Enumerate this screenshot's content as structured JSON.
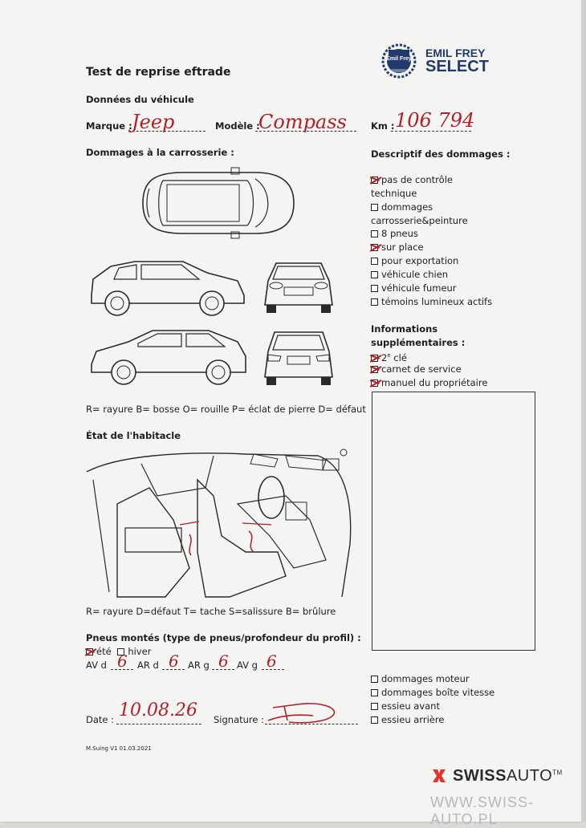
{
  "header": {
    "title": "Test de reprise eftrade",
    "logo_badge_text": "Emil Frey",
    "logo_line1": "EMIL FREY",
    "logo_line2": "SELECT"
  },
  "vehicle": {
    "section_title": "Données du véhicule",
    "brand_label": "Marque :",
    "brand_value": "Jeep",
    "model_label": "Modèle :",
    "model_value": "Compass",
    "km_label": "Km :",
    "km_value": "106 794"
  },
  "body_damage": {
    "section_title": "Dommages à la carrosserie :",
    "legend": "R= rayure B= bosse O= rouille P= éclat de pierre D= défaut"
  },
  "damage_description": {
    "section_title": "Descriptif des dommages :",
    "items": [
      {
        "label": "pas de contrôle",
        "label2": "technique",
        "checked": true
      },
      {
        "label": "dommages",
        "label2": "carrosserie&peinture",
        "checked": false
      },
      {
        "label": "8 pneus",
        "checked": false
      },
      {
        "label": "sur place",
        "checked": true
      },
      {
        "label": "pour exportation",
        "checked": false
      },
      {
        "label": "véhicule chien",
        "checked": false
      },
      {
        "label": "véhicule fumeur",
        "checked": false
      },
      {
        "label": "témoins lumineux actifs",
        "checked": false
      }
    ]
  },
  "additional_info": {
    "section_title": "Informations",
    "section_title2": "supplémentaires :",
    "items": [
      {
        "label": "2",
        "sup": "e",
        "label_rest": " clé",
        "checked": true
      },
      {
        "label": "carnet de service",
        "checked": true
      },
      {
        "label": "manuel du propriétaire",
        "checked": true
      }
    ]
  },
  "interior": {
    "section_title": "État de l'habitacle",
    "legend": "R= rayure D=défaut T= tache S=salissure B= brûlure"
  },
  "tires": {
    "section_title": "Pneus montés (type de pneus/profondeur du profil) :",
    "summer": "été",
    "summer_checked": true,
    "winter": "hiver",
    "winter_checked": false,
    "av_d_label": "AV d",
    "av_d_value": "6",
    "ar_d_label": "AR d",
    "ar_d_value": "6",
    "ar_g_label": "AR g",
    "ar_g_value": "6",
    "av_g_label": "AV g",
    "av_g_value": "6"
  },
  "mechanical": {
    "items": [
      {
        "label": "dommages moteur",
        "checked": false
      },
      {
        "label": "dommages boîte vitesse",
        "checked": false
      },
      {
        "label": "essieu avant",
        "checked": false
      },
      {
        "label": "essieu arrière",
        "checked": false
      }
    ]
  },
  "footer": {
    "date_label": "Date :",
    "date_value": "10.08.26",
    "signature_label": "Signature :",
    "version": "M.Suing V1 01.03.2021",
    "brand": "SWISS",
    "brand2": "AUTO",
    "tm": "TM",
    "watermark": "WWW.SWISS-AUTO.PL"
  },
  "colors": {
    "ink": "#b3202a",
    "logo_blue": "#223a6b",
    "swiss_red": "#e63329"
  }
}
